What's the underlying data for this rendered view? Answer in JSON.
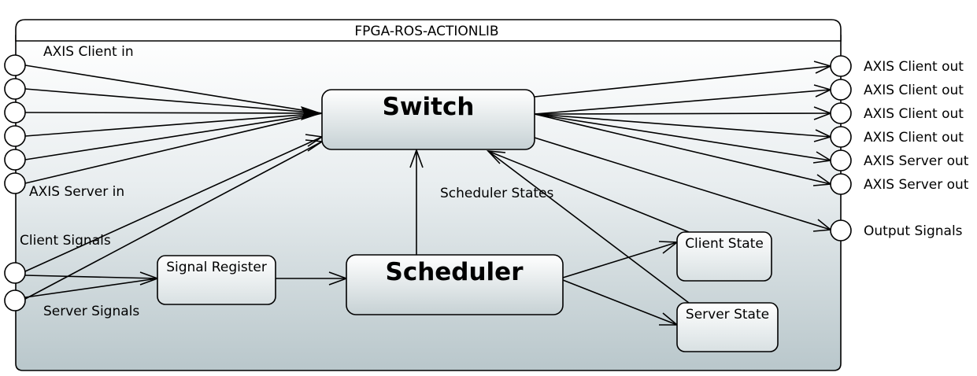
{
  "container": {
    "title": "FPGA-ROS-ACTIONLIB"
  },
  "blocks": {
    "switch": "Switch",
    "scheduler": "Scheduler",
    "signal_register": "Signal Register",
    "client_state": "Client State",
    "server_state": "Server State"
  },
  "input_labels": {
    "axis_client_in": "AXIS Client in",
    "axis_server_in": "AXIS Server in",
    "client_signals": "Client Signals",
    "server_signals": "Server Signals"
  },
  "output_labels": [
    "AXIS Client out",
    "AXIS Client out",
    "AXIS Client out",
    "AXIS Client out",
    "AXIS Server out",
    "AXIS Server out",
    "Output Signals"
  ],
  "edge_labels": {
    "scheduler_states": "Scheduler States"
  }
}
